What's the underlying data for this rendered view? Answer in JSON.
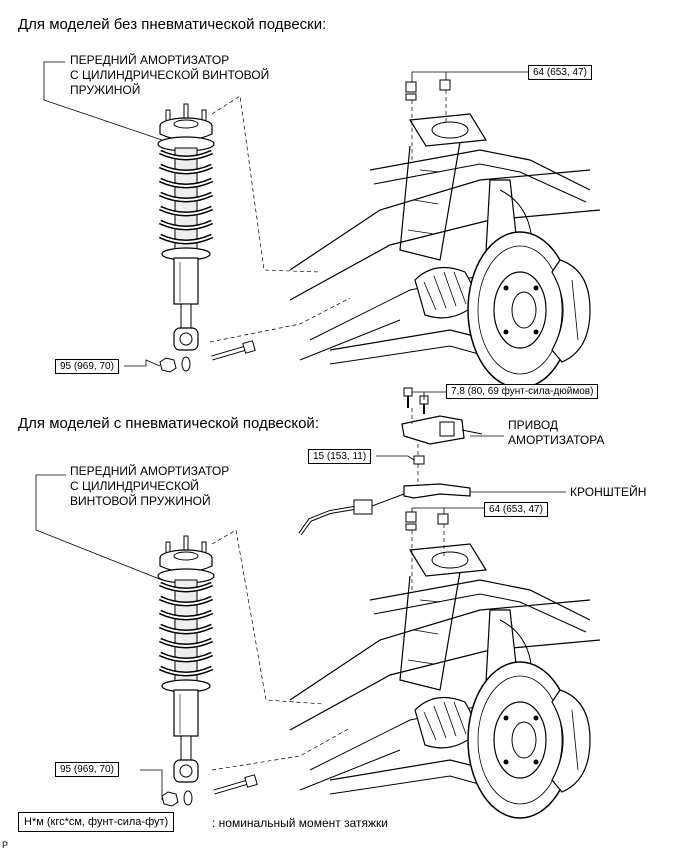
{
  "section1": {
    "heading": "Для моделей без пневматической подвески:",
    "shock_label": "ПЕРЕДНИЙ АМОРТИЗАТОР\nС ЦИЛИНДРИЧЕСКОЙ ВИНТОВОЙ\nПРУЖИНОЙ",
    "torque_upper": "64 (653, 47)",
    "torque_lower": "95 (969, 70)"
  },
  "section2": {
    "heading": "Для моделей с пневматической подвеской:",
    "shock_label": "ПЕРЕДНИЙ АМОРТИЗАТОР\nС ЦИЛИНДРИЧЕСКОЙ\nВИНТОВОЙ ПРУЖИНОЙ",
    "torque_actuator_bolt": "7,8 (80, 69 фунт-сила-дюймов)",
    "actuator_label": "ПРИВОД\nАМОРТИЗАТОРА",
    "torque_bracket": "15 (153, 11)",
    "bracket_label": "КРОНШТЕЙН",
    "torque_upper": "64 (653, 47)",
    "torque_lower": "95 (969, 70)"
  },
  "legend": {
    "units": "Н*м (кгс*см, фунт-сила-фут)",
    "description": ": номинальный момент затяжки"
  },
  "page_marker": "P"
}
